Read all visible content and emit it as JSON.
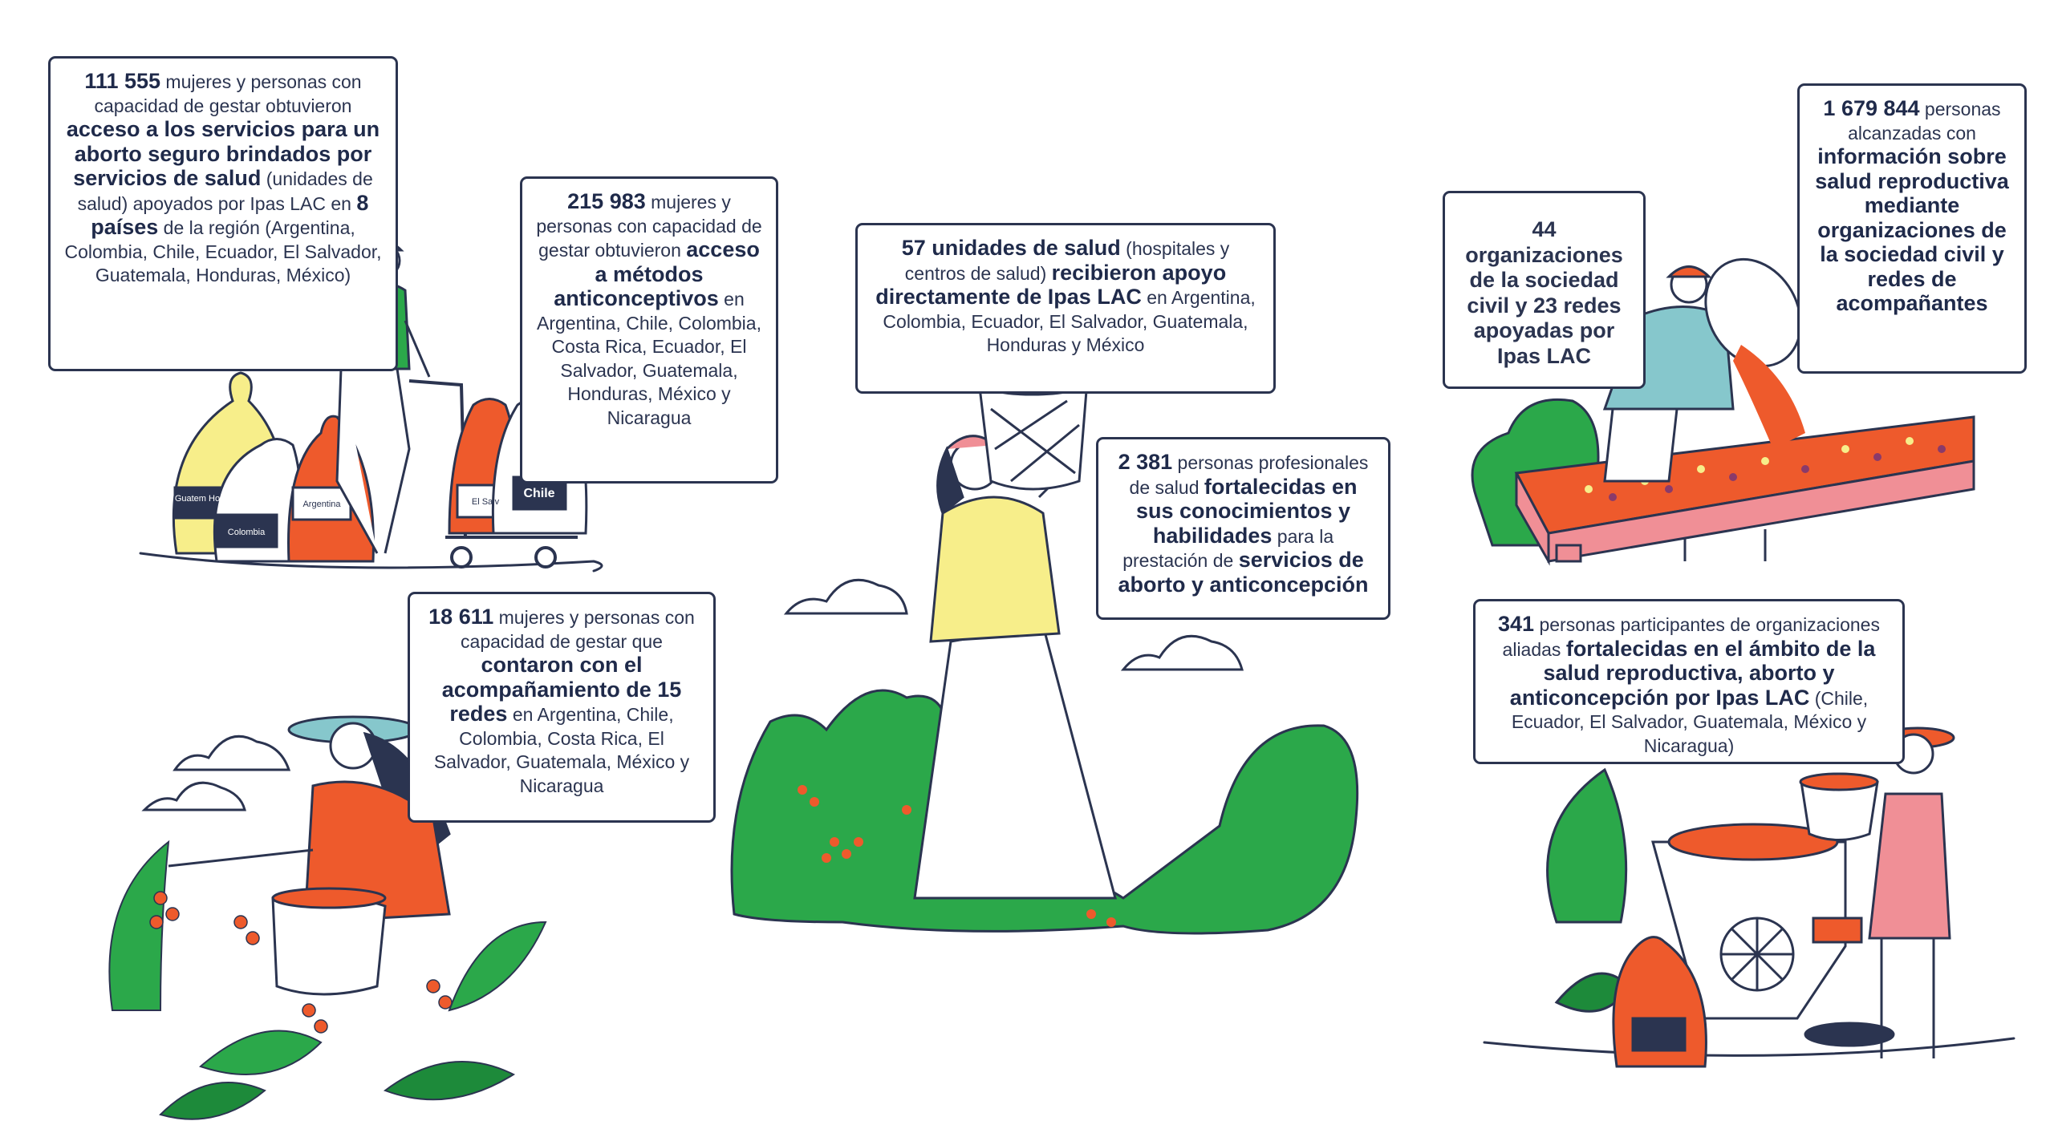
{
  "colors": {
    "green": "#2ba84a",
    "dark_green": "#1d8a3a",
    "orange": "#ee5a2c",
    "yellow": "#f7ee8a",
    "pink": "#f08f96",
    "navy": "#2b3450",
    "teal": "#86c7cc",
    "white": "#ffffff"
  },
  "icons": [
    "cloud-icon",
    "sack-icon",
    "hand-truck-icon",
    "basket-icon",
    "coffee-plant-icon",
    "sieve-icon",
    "drying-bed-icon",
    "roaster-machine-icon"
  ],
  "bag_labels": {
    "guatemala_honduras": "Guatem Hon",
    "colombia": "Colombia",
    "argentina": "Argentina",
    "el_salvador": "El Salv",
    "chile": "Chile"
  },
  "cards": {
    "c1": {
      "n": "111 555",
      "t1": " mujeres y personas con capacidad de gestar obtuvieron ",
      "b1": "acceso a los servicios para un aborto seguro brindados por servicios de salud",
      "t2": " (unidades de salud) apoyados por Ipas LAC en ",
      "b2": "8 países",
      "t3": " de la región (Argentina, Colombia, Chile, Ecuador, El Salvador, Guatemala, Honduras, México)"
    },
    "c2": {
      "n": "215 983",
      "t1": " mujeres y personas con capacidad de gestar obtuvieron ",
      "b1": "acceso a métodos anticonceptivos",
      "t2": " en Argentina, Chile, Colombia, Costa Rica, Ecuador, El Salvador, Guatemala, Honduras, México y Nicaragua"
    },
    "c3": {
      "b0": "57 unidades de salud",
      "t1": " (hospitales y centros de salud) ",
      "b1": "recibieron apoyo directamente de Ipas LAC",
      "t2": " en Argentina, Colombia, Ecuador, El Salvador, Guatemala, Honduras y México"
    },
    "c4": {
      "n": "2 381",
      "t1": " personas profesionales de salud ",
      "b1": "fortalecidas en sus conocimientos y habilidades",
      "t2": " para la prestación de ",
      "b2": "servicios de aborto y anticoncepción"
    },
    "c5": {
      "n": "18 611",
      "t1": " mujeres y personas con capacidad de gestar que ",
      "b1": "contaron con el acompañamiento de 15 redes",
      "t2": " en Argentina, Chile, Colombia, Costa Rica, El Salvador, Guatemala, México y Nicaragua"
    },
    "c6": {
      "b0": "44 organizaciones de la sociedad civil y 23 redes apoyadas por Ipas LAC"
    },
    "c7": {
      "n": "1 679 844",
      "t1": " personas alcanzadas con ",
      "b1": "información sobre salud reproductiva mediante organizaciones de la sociedad civil y redes de acompañantes"
    },
    "c8": {
      "n": "341",
      "t1": " personas participantes de organizaciones aliadas ",
      "b1": "fortalecidas en el ámbito de la salud reproductiva, aborto y anticoncepción por Ipas LAC",
      "t2": " (Chile, Ecuador, El Salvador, Guatemala, México y Nicaragua)"
    }
  }
}
